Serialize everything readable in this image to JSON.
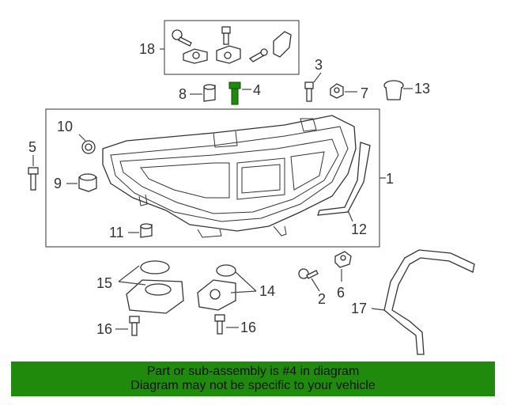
{
  "callouts": {
    "c1": "1",
    "c2": "2",
    "c3": "3",
    "c4": "4",
    "c5": "5",
    "c6": "6",
    "c7": "7",
    "c8": "8",
    "c9": "9",
    "c10": "10",
    "c11": "11",
    "c12": "12",
    "c13": "13",
    "c14": "14",
    "c15": "15",
    "c16a": "16",
    "c16b": "16",
    "c17": "17",
    "c18": "18"
  },
  "banner": {
    "line1": "Part or sub-assembly is #4 in diagram",
    "line2": "Diagram may not be specific to your vehicle"
  },
  "colors": {
    "banner_bg": "#1f8a0c",
    "highlight_part": "#1f8a0c"
  }
}
